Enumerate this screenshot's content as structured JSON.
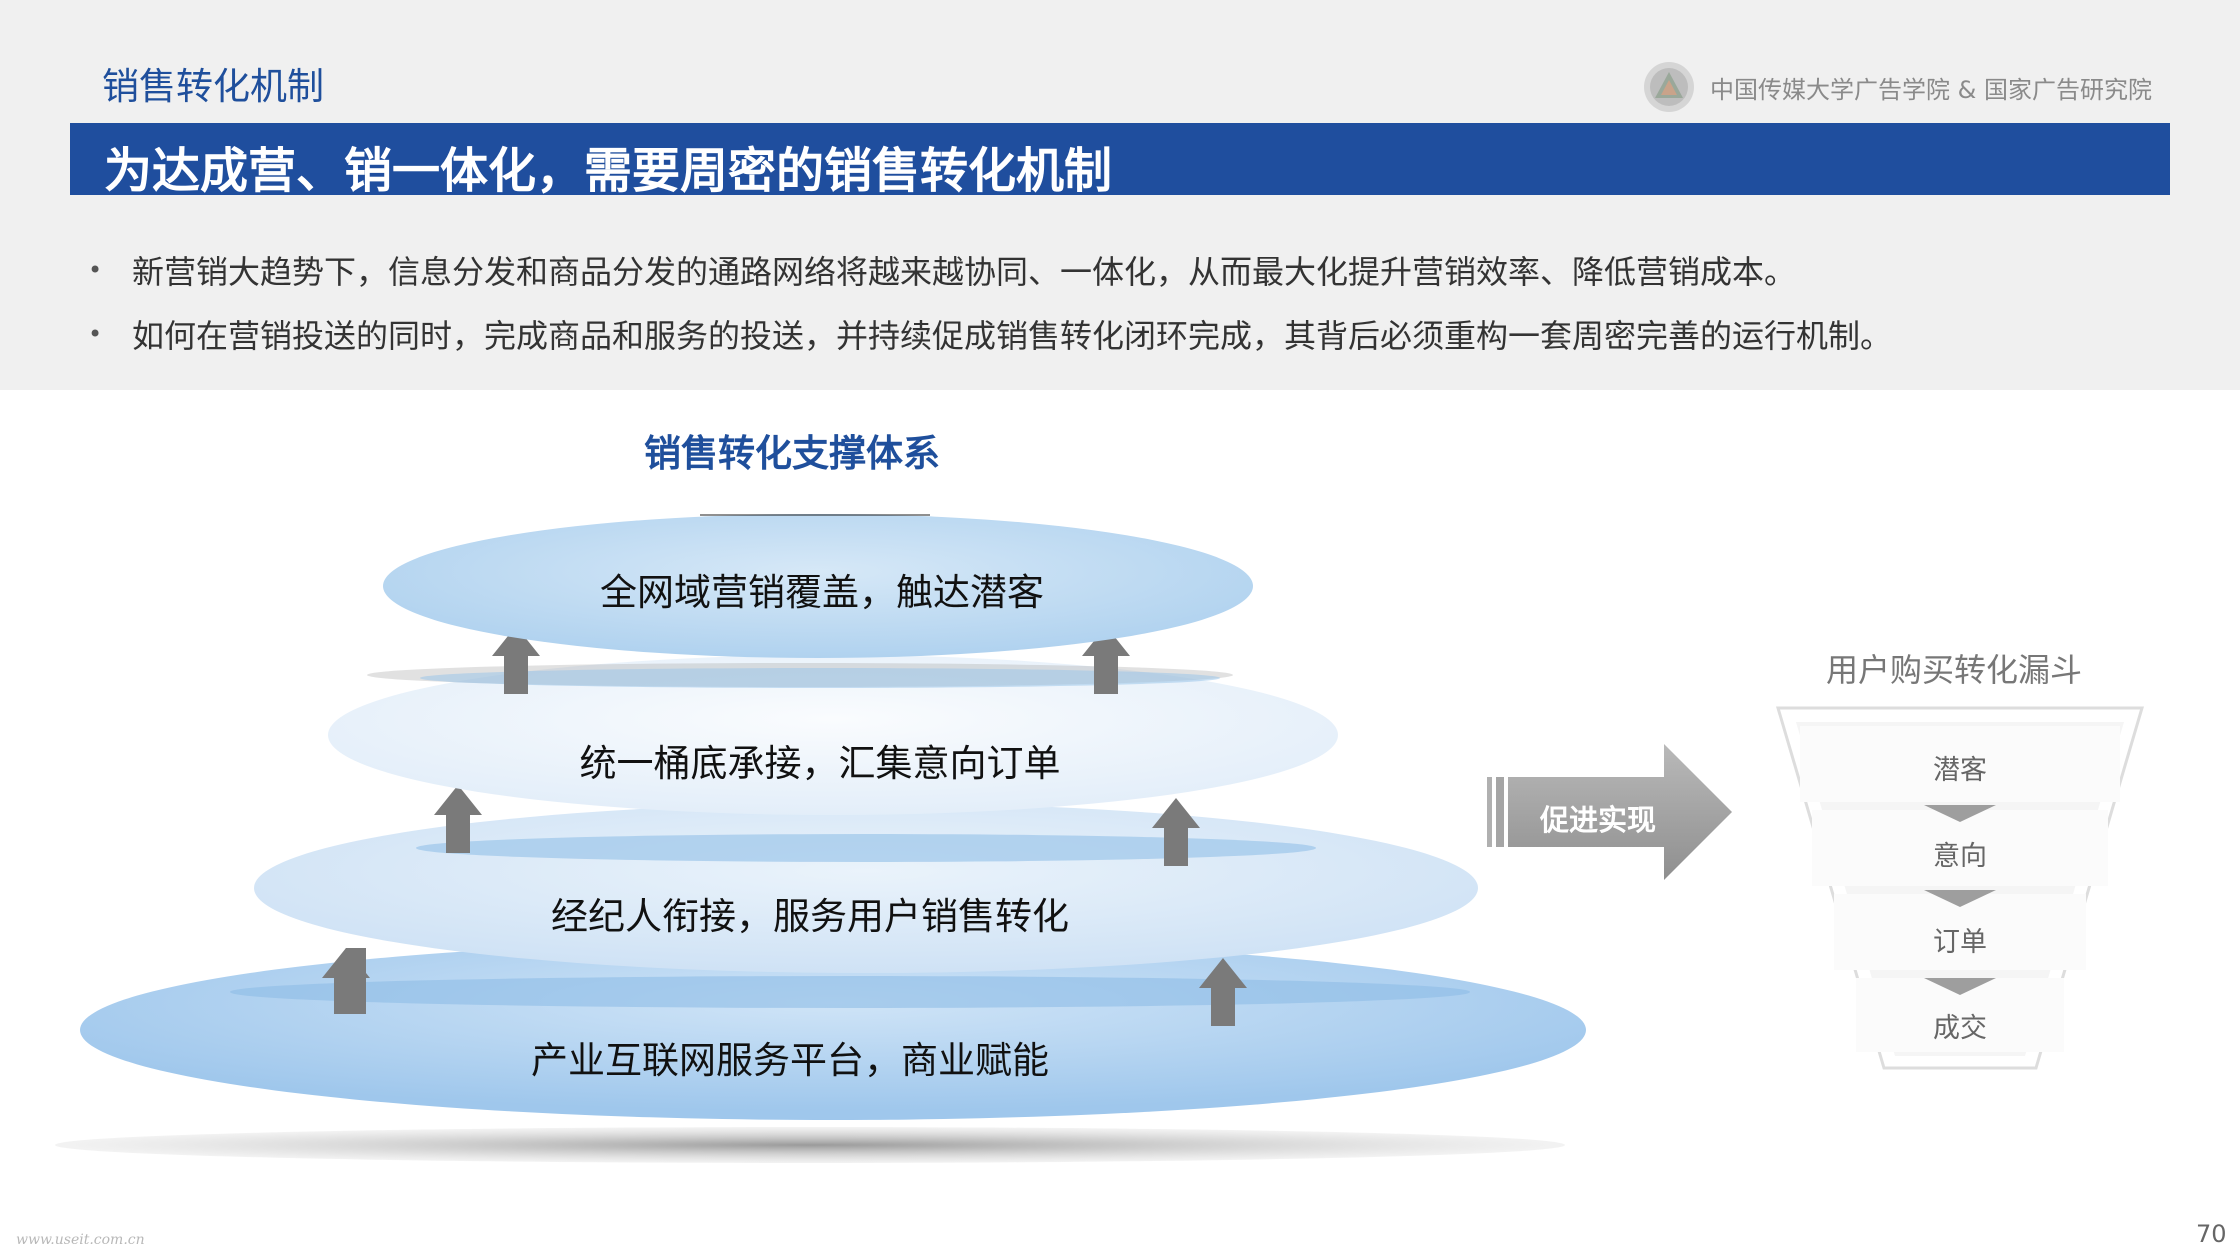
{
  "header": {
    "section_title": "销售转化机制",
    "org_name": "中国传媒大学广告学院 & 国家广告研究院",
    "main_title": "为达成营、销一体化，需要周密的销售转化机制"
  },
  "bullets": [
    "新营销大趋势下，信息分发和商品分发的通路网络将越来越协同、一体化，从而最大化提升营销效率、降低营销成本。",
    "如何在营销投送的同时，完成商品和服务的投送，并持续促成销售转化闭环完成，其背后必须重构一套周密完善的运行机制。"
  ],
  "diagram": {
    "title": "销售转化支撑体系",
    "layers": [
      "全网域营销覆盖，触达潜客",
      "统一桶底承接，汇集意向订单",
      "经纪人衔接，服务用户销售转化",
      "产业互联网服务平台，商业赋能"
    ],
    "arrow_label": "促进实现"
  },
  "funnel": {
    "title": "用户购买转化漏斗",
    "stages": [
      "潜客",
      "意向",
      "订单",
      "成交"
    ]
  },
  "footer": {
    "watermark": "www.useit.com.cn",
    "page_number": "70"
  },
  "colors": {
    "brand_blue": "#1f4e9e",
    "layer_top": "#bcd9f2",
    "layer_second": "#eef5fc",
    "layer_third": "#d8e8f7",
    "layer_base": "#a9cdee",
    "arrow_gray": "#7a7a7a"
  }
}
